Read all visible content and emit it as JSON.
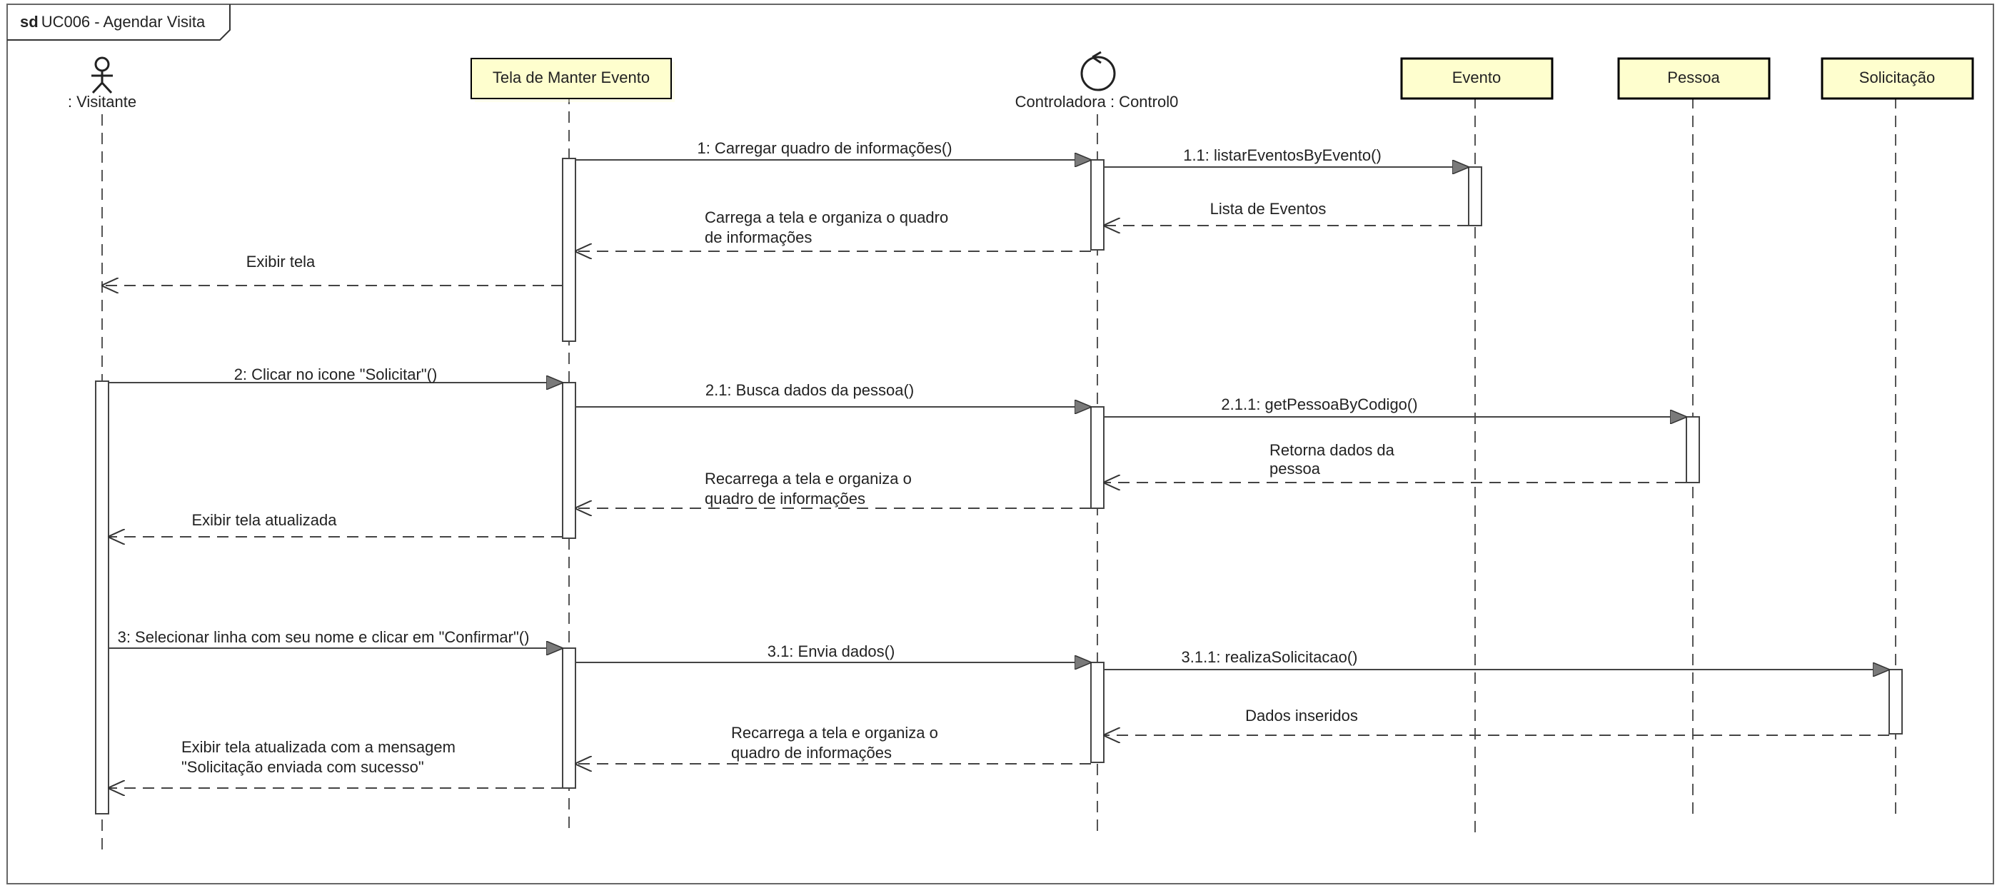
{
  "diagram": {
    "frame": {
      "keyword": "sd",
      "name": "UC006 - Agendar Visita"
    },
    "colors": {
      "box_fill": "#fefece",
      "box_border": "#000000",
      "line": "#555555",
      "activation_fill": "#ffffff",
      "arrow_fill": "#7a7a7a"
    },
    "lifelines": [
      {
        "id": "visitante",
        "kind": "actor",
        "icon": "stick-figure-icon",
        "label": ": Visitante"
      },
      {
        "id": "tela",
        "kind": "boundary-box",
        "label": "Tela de Manter Evento"
      },
      {
        "id": "controladora",
        "kind": "control",
        "icon": "control-circle-icon",
        "label": "Controladora : Control0"
      },
      {
        "id": "evento",
        "kind": "entity-box",
        "label": "Evento"
      },
      {
        "id": "pessoa",
        "kind": "entity-box",
        "label": "Pessoa"
      },
      {
        "id": "solicitacao",
        "kind": "entity-box",
        "label": "Solicitação"
      }
    ],
    "messages": [
      {
        "from": "tela",
        "to": "controladora",
        "type": "sync",
        "lines": [
          "1: Carregar quadro de informações()"
        ]
      },
      {
        "from": "controladora",
        "to": "evento",
        "type": "sync",
        "lines": [
          "1.1: listarEventosByEvento()"
        ]
      },
      {
        "from": "evento",
        "to": "controladora",
        "type": "return",
        "lines": [
          "Lista de Eventos"
        ]
      },
      {
        "from": "controladora",
        "to": "tela",
        "type": "return",
        "lines": [
          "Carrega a tela e organiza o quadro",
          "de informações"
        ]
      },
      {
        "from": "tela",
        "to": "visitante",
        "type": "return",
        "lines": [
          "Exibir tela"
        ]
      },
      {
        "from": "visitante",
        "to": "tela",
        "type": "sync",
        "lines": [
          "2: Clicar no icone \"Solicitar\"()"
        ]
      },
      {
        "from": "tela",
        "to": "controladora",
        "type": "sync",
        "lines": [
          "2.1: Busca dados da pessoa()"
        ]
      },
      {
        "from": "controladora",
        "to": "pessoa",
        "type": "sync",
        "lines": [
          "2.1.1: getPessoaByCodigo()"
        ]
      },
      {
        "from": "pessoa",
        "to": "controladora",
        "type": "return",
        "lines": [
          "Retorna dados da",
          "pessoa"
        ]
      },
      {
        "from": "controladora",
        "to": "tela",
        "type": "return",
        "lines": [
          "Recarrega a tela e organiza o",
          "quadro de informações"
        ]
      },
      {
        "from": "tela",
        "to": "visitante",
        "type": "return",
        "lines": [
          "Exibir tela atualizada"
        ]
      },
      {
        "from": "visitante",
        "to": "tela",
        "type": "sync",
        "lines": [
          "3: Selecionar linha com seu nome e clicar em \"Confirmar\"()"
        ]
      },
      {
        "from": "tela",
        "to": "controladora",
        "type": "sync",
        "lines": [
          "3.1: Envia dados()"
        ]
      },
      {
        "from": "controladora",
        "to": "solicitacao",
        "type": "sync",
        "lines": [
          "3.1.1: realizaSolicitacao()"
        ]
      },
      {
        "from": "solicitacao",
        "to": "controladora",
        "type": "return",
        "lines": [
          "Dados inseridos"
        ]
      },
      {
        "from": "controladora",
        "to": "tela",
        "type": "return",
        "lines": [
          "Recarrega a tela e organiza o",
          "quadro de informações"
        ]
      },
      {
        "from": "tela",
        "to": "visitante",
        "type": "return",
        "lines": [
          "Exibir tela atualizada com a mensagem",
          "\"Solicitação enviada com sucesso\""
        ]
      }
    ]
  }
}
